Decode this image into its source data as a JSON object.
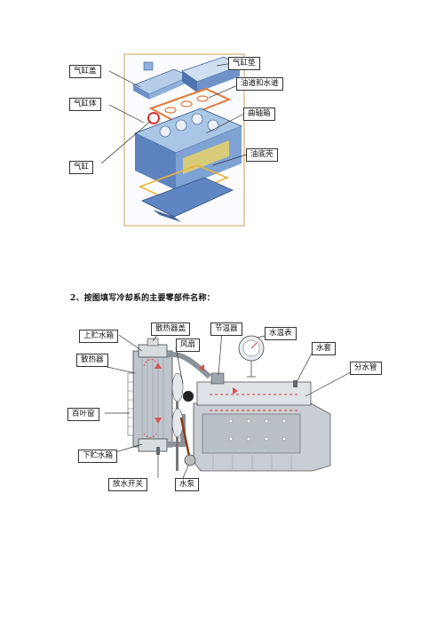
{
  "figure1": {
    "labels": {
      "cylinder_head_cover": "气缸盖",
      "cylinder_head": "气缸垫",
      "cylinder_body": "气缸体",
      "oil_water_channels": "油道和水道",
      "crankcase": "曲轴箱",
      "cylinder": "气缸",
      "oil_pan": "油底壳"
    }
  },
  "heading": "2、按图填写冷却系的主要零部件名称：",
  "figure2": {
    "labels": {
      "upper_tank": "上贮水箱",
      "radiator_cap": "散热器盖",
      "thermostat": "节温器",
      "water_temp_gauge": "水温表",
      "fan": "风扇",
      "radiator": "散热器",
      "water_jacket": "水套",
      "distribution_pipe": "分水管",
      "louver": "百叶窗",
      "lower_tank": "下贮水箱",
      "drain_switch": "放水开关",
      "water_pump": "水泵"
    }
  },
  "colors": {
    "engine_blue": "#6f93c9",
    "block_light": "#a9c6e6",
    "gasket_orange": "#e07a3a",
    "highlight_yellow": "#e8d36a",
    "marker_red": "#d42020",
    "coolant_red": "#d9534f",
    "radiator_grey": "#bfc5cc"
  }
}
